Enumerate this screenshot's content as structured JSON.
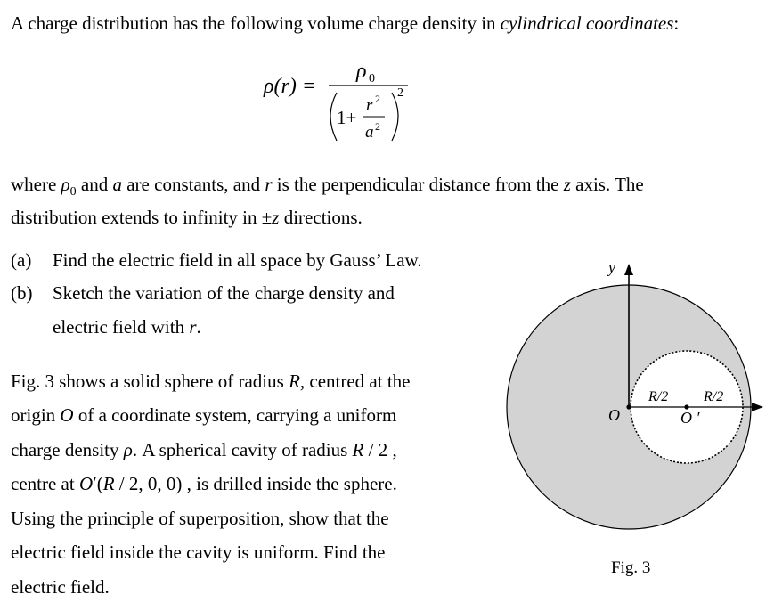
{
  "intro": {
    "prefix": "A charge distribution has the following volume charge density in ",
    "emph": "cylindrical coordinates",
    "suffix": ":"
  },
  "equation": {
    "lhs": "ρ(r) =",
    "numerator": "ρ",
    "numerator_sub": "0",
    "one_plus": "1+",
    "r": "r",
    "a": "a",
    "sq": "2",
    "outer_power": "2"
  },
  "where_paragraph": {
    "p1_a": "where ",
    "rho0": "ρ",
    "rho0_sub": "0",
    "p1_b": " and ",
    "a": "a",
    "p1_c": " are constants, and ",
    "r": "r",
    "p1_d": " is the perpendicular distance from the ",
    "z": "z",
    "p1_e": " axis.  The",
    "p2_a": "distribution extends to infinity in ",
    "pm": "±",
    "z2": "z",
    "p2_b": "  directions."
  },
  "items": [
    {
      "label": "(a)",
      "text": "Find the electric field in all space by Gauss’ Law."
    },
    {
      "label": "(b)",
      "text": "Sketch the variation of the charge density and"
    }
  ],
  "item_b_cont": {
    "text": "electric field with ",
    "r": "r",
    "end": "."
  },
  "fig_paragraph": {
    "l1_a": "Fig. 3 shows a solid sphere of radius ",
    "l1_R": "R",
    "l1_b": ", centred at the",
    "l2_a": "origin ",
    "l2_O": "O",
    "l2_b": " of a coordinate system, carrying a uniform",
    "l3_a": "charge density  ",
    "l3_rho": "ρ",
    "l3_b": ".  A spherical cavity of radius  ",
    "l3_R": "R",
    "l3_c": " / 2 ,",
    "l4_a": "centre at  ",
    "l4_O": "O",
    "l4_b": "′(",
    "l4_R": "R",
    "l4_c": " / 2, 0, 0) , is drilled inside the sphere.",
    "l5": "Using the principle of superposition, show that the",
    "l6": "electric field inside the cavity is uniform.  Find the",
    "l7": "electric field."
  },
  "figure": {
    "y_label": "y",
    "o_label": "O",
    "o_prime_label": "O ′",
    "r_half_1": "R/2",
    "r_half_2": "R/2",
    "caption": "Fig. 3",
    "sphere_fill": "#d3d3d3",
    "cavity_fill": "#ffffff"
  }
}
